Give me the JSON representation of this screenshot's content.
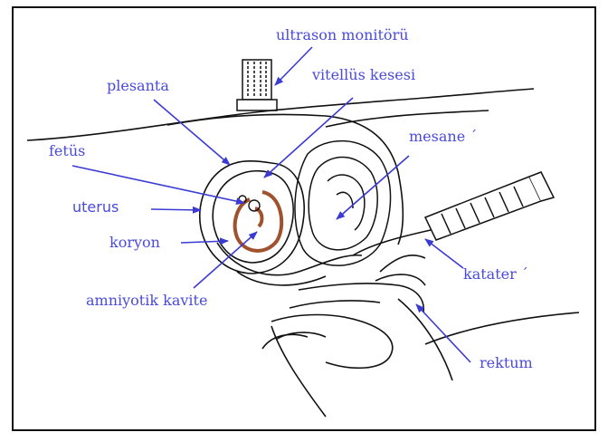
{
  "colors": {
    "label": "#4a4adc",
    "arrow": "#3b3bd4",
    "outline": "#111111",
    "embryo": "#a0522d"
  },
  "labels": {
    "ultrasound_monitor": "ultrason monitörü",
    "placenta": "plesanta",
    "yolk_sac": "vitellüs kesesi",
    "bladder": "mesane ´",
    "fetus": "fetüs",
    "uterus": "uterus",
    "chorion": "koryon",
    "catheter": "katater ´",
    "amniotic_cavity": "amniyotik kavite",
    "rectum": "rektum"
  }
}
